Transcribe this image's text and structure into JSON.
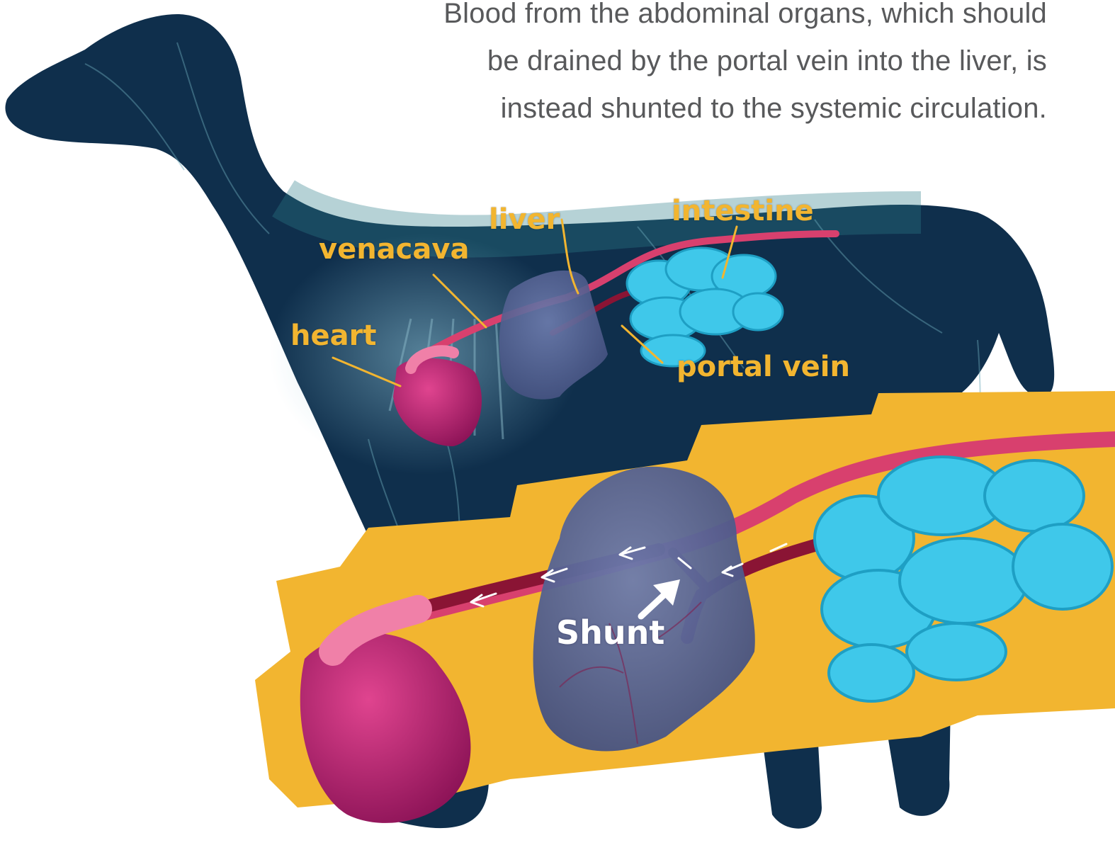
{
  "caption": {
    "line1": "Blood from the abdominal organs, which should",
    "line2": "be drained by the portal vein into the liver, is",
    "line3": "instead shunted to the systemic circulation."
  },
  "labels": {
    "liver": "liver",
    "intestine": "intestine",
    "venacava": "venacava",
    "heart": "heart",
    "portal_vein": "portal vein",
    "shunt": "Shunt"
  },
  "colors": {
    "dog_body": "#0f2f4c",
    "label_text": "#f2b530",
    "highlight_band": "#f2b530",
    "vena_cava": "#d8406e",
    "portal_vein": "#8a1434",
    "heart": "#c02a78",
    "liver": "#5b6a9a",
    "intestine": "#3fc8ea",
    "caption_text": "#58595b"
  }
}
